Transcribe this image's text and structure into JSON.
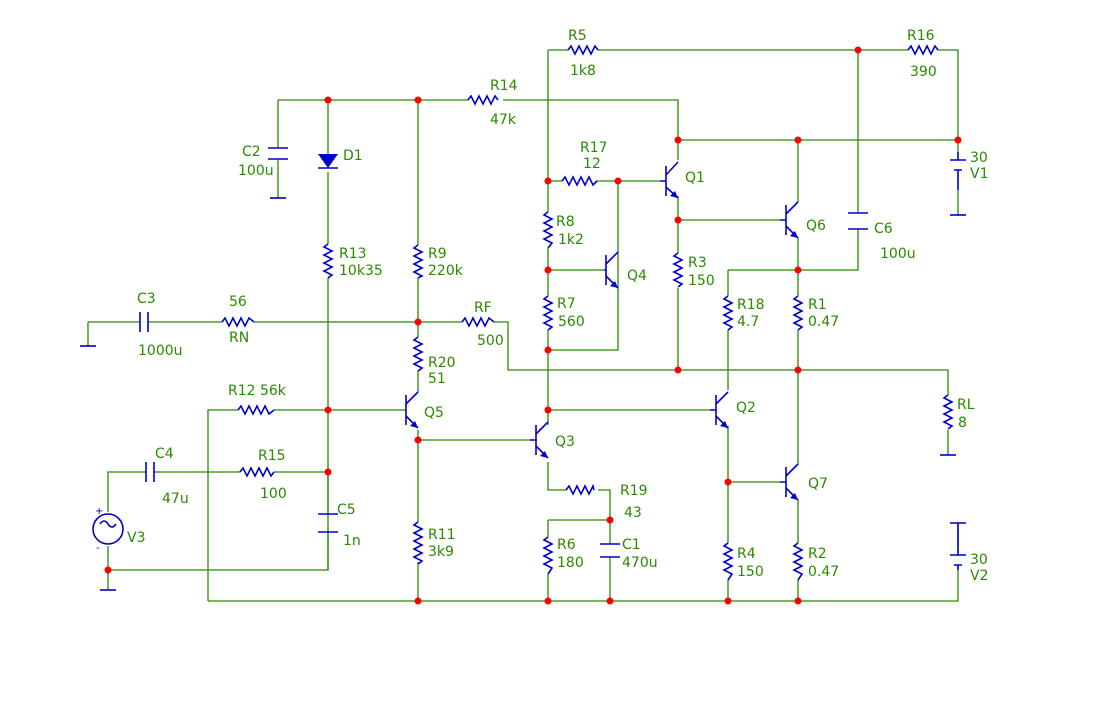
{
  "colors": {
    "wire": "#2a8a00",
    "component": "#0000c8",
    "node": "#ff0000",
    "background": "#ffffff"
  },
  "labels": {
    "r5": "R5",
    "r5_val": "1k8",
    "r16": "R16",
    "r16_val": "390",
    "r14": "R14",
    "r14_val": "47k",
    "r17": "R17",
    "r17_val": "12",
    "c2": "C2",
    "c2_val": "100u",
    "d1": "D1",
    "q1": "Q1",
    "q6": "Q6",
    "q4": "Q4",
    "q5": "Q5",
    "q3": "Q3",
    "q2": "Q2",
    "q7": "Q7",
    "v1": "V1",
    "v1_val": "30",
    "v2": "V2",
    "v2_val": "30",
    "v3": "V3",
    "c6": "C6",
    "c6_val": "100u",
    "r8": "R8",
    "r8_val": "1k2",
    "r13": "R13",
    "r13_val": "10k35",
    "r9": "R9",
    "r9_val": "220k",
    "r3": "R3",
    "r3_val": "150",
    "r18": "R18",
    "r18_val": "4.7",
    "r1": "R1",
    "r1_val": "0.47",
    "c3": "C3",
    "c3_val": "1000u",
    "rn": "RN",
    "rn_val": "56",
    "rf": "RF",
    "rf_val": "500",
    "r7": "R7",
    "r7_val": "560",
    "r20": "R20",
    "r20_val": "51",
    "r12": "R12 56k",
    "rl": "RL",
    "rl_val": "8",
    "c4": "C4",
    "c4_val": "47u",
    "r15": "R15",
    "r15_val": "100",
    "r19": "R19",
    "r19_val": "43",
    "c5": "C5",
    "c5_val": "1n",
    "r11": "R11",
    "r11_val": "3k9",
    "r6": "R6",
    "r6_val": "180",
    "c1": "C1",
    "c1_val": "470u",
    "r4": "R4",
    "r4_val": "150",
    "r2": "R2",
    "r2_val": "0.47",
    "plus": "+",
    "minus": "-"
  }
}
